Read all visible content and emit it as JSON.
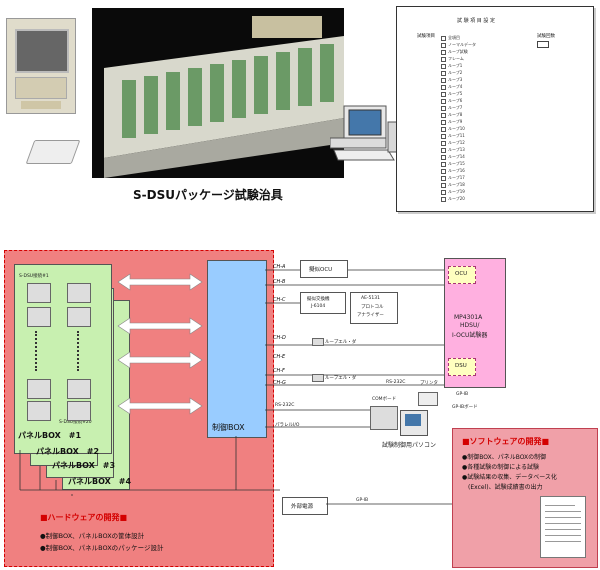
{
  "top": {
    "caption": "S-DSUパッケージ試験治具",
    "form_title": "試 験 項 目 設 定",
    "form_label1": "試験項目",
    "form_label2": "試験回数",
    "form_items": [
      "全項目",
      "ノーマルデータ",
      "ループ試験",
      "フレーム",
      "ループ1",
      "ループ2",
      "ループ3",
      "ループ4",
      "ループ5",
      "ループ6",
      "ループ7",
      "ループ8",
      "ループ9",
      "ループ10",
      "ループ11",
      "ループ12",
      "ループ13",
      "ループ14",
      "ループ15",
      "ループ16",
      "ループ17",
      "ループ18",
      "ループ19",
      "ループ20"
    ]
  },
  "diagram": {
    "sdsu_top": "S-DSU接続#1",
    "sdsu_bottom": "S-DSU接続#20",
    "panel1": "パネルBOX　#1",
    "panel2": "パネルBOX　#2",
    "panel3": "パネルBOX　#3",
    "panel4": "パネルBOX　#4",
    "ctrl_box": "制御BOX",
    "channels": [
      "CH-A",
      "CH-B",
      "CH-C",
      "CH-D",
      "CH-E",
      "CH-F",
      "CH-G"
    ],
    "ocu_box": "擬似OCU",
    "exch_box_l1": "擬似交換機",
    "exch_box_l2": "J-6104",
    "analyzer_l1": "AE-5131",
    "analyzer_l2": "プロトコル",
    "analyzer_l3": "アナライザー",
    "loop1": "ループエル・ダ",
    "loop2": "ループエル・ダ",
    "mp_l1": "MP4301A",
    "mp_l2": "HDSU/",
    "mp_l3": "I-OCU試験器",
    "ocu": "OCU",
    "dsu": "DSU",
    "rs232c_top": "RS-232C",
    "rs232c_mid": "RS-232C",
    "parallel": "パラレルI/O",
    "com_board": "COMボード",
    "printer": "プリンタ",
    "gpib": "GP-IB",
    "gpib_board": "GP-IBボード",
    "pc": "試験制御用パソコン",
    "ext_power": "外部電源",
    "gpib_bottom": "GP-IB",
    "hw_title": "■ハードウェアの開発■",
    "hw_bullets": [
      "●制御BOX、パネルBOXの筐体設計",
      "●制御BOX、パネルBOXのパッケージ設計"
    ],
    "sw_title": "■ソフトウェアの開発■",
    "sw_bullets": [
      "●制御BOX、パネルBOXの制御",
      "●各種試験の制御による試験",
      "●試験結果の収集、データベース化",
      "　(Excel)、試験成績書の出力"
    ]
  },
  "colors": {
    "pink_bg": "#f08080",
    "green_panel": "#c8f0b0",
    "blue_ctrl": "#99ccff",
    "mp_pink": "#ffb0e0",
    "sw_pink": "#f0a0a8",
    "hw_red": "#d40000"
  }
}
